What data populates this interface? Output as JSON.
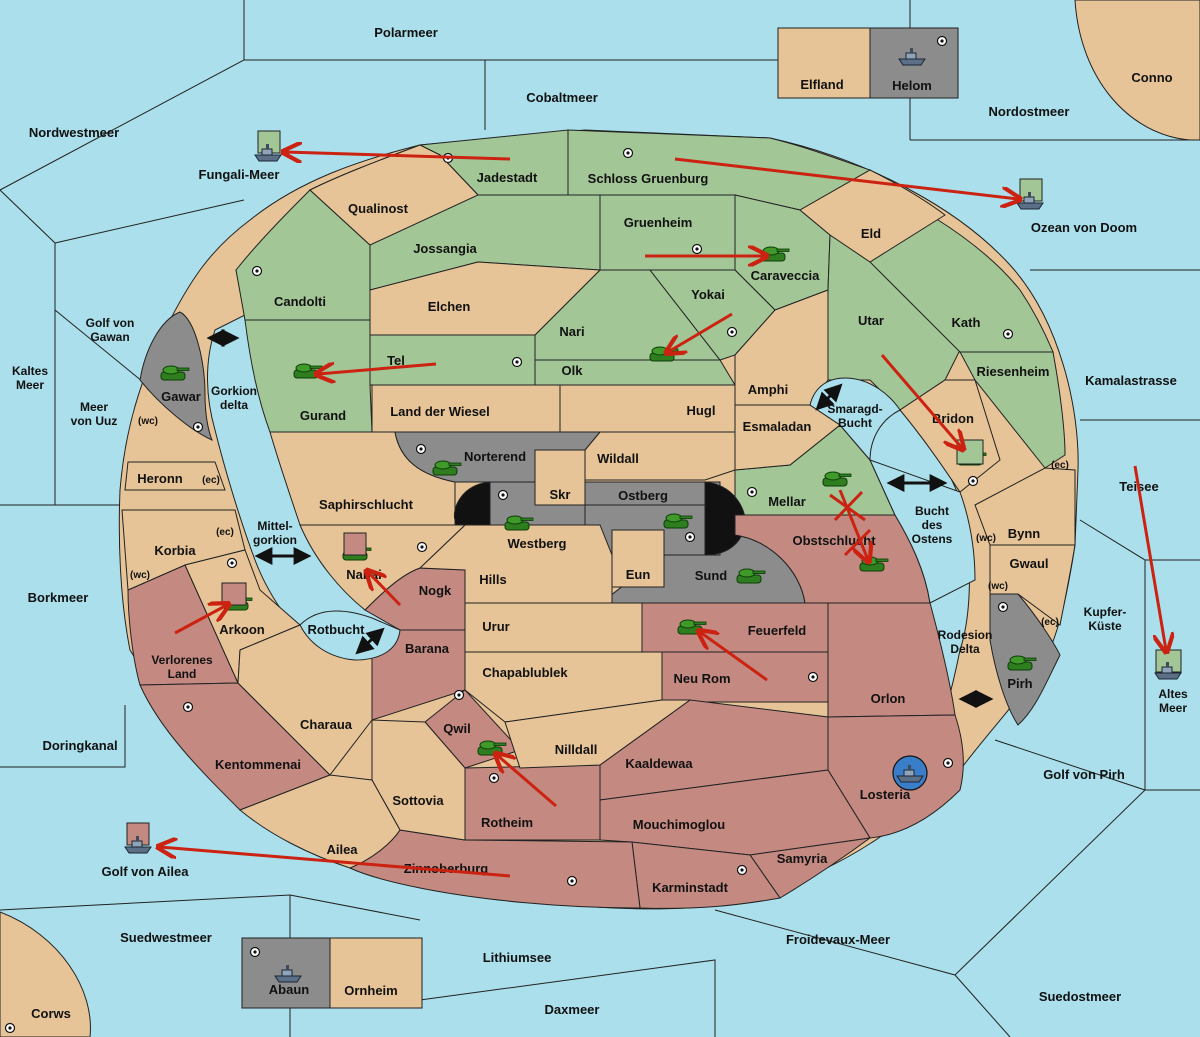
{
  "colors": {
    "sea": "#aadfeb",
    "neutral": "#e6c497",
    "green": "#a3c696",
    "red": "#c48a82",
    "grey": "#8c8c8c",
    "border": "#222222",
    "move_arrow": "#cc2211",
    "link_arrow": "#111111"
  },
  "regions": {
    "polarmeer": "Polarmeer",
    "cobaltmeer": "Cobaltmeer",
    "nordwestmeer": "Nordwestmeer",
    "nordostmeer": "Nordostmeer",
    "elfland": "Elfland",
    "helom": "Helom",
    "conno": "Conno",
    "fungali_meer": "Fungali-Meer",
    "jadestadt": "Jadestadt",
    "schloss_gruenburg": "Schloss Gruenburg",
    "qualinost": "Qualinost",
    "gruenheim": "Gruenheim",
    "eld": "Eld",
    "ozean_von_doom": "Ozean von Doom",
    "jossangia": "Jossangia",
    "caraveccia": "Caraveccia",
    "candolti": "Candolti",
    "elchen": "Elchen",
    "yokai": "Yokai",
    "utar": "Utar",
    "kath": "Kath",
    "golf_von_gawan": "Golf von Gawan",
    "nari": "Nari",
    "kaltes_meer": "Kaltes Meer",
    "tel": "Tel",
    "olk": "Olk",
    "riesenheim": "Riesenheim",
    "kamalastrasse": "Kamalastrasse",
    "gawar": "Gawar",
    "gorkion_delta": "Gorkion delta",
    "amphi": "Amphi",
    "meer_von_uuz": "Meer von Uuz",
    "gurand": "Gurand",
    "land_der_wiesel": "Land der Wiesel",
    "hugl": "Hugl",
    "smaragd_bucht": "Smaragd-Bucht",
    "bridon": "Bridon",
    "esmaladan": "Esmaladan",
    "heronn": "Heronn",
    "norterend": "Norterend",
    "wildall": "Wildall",
    "teisee": "Teisee",
    "skr": "Skr",
    "ostberg": "Ostberg",
    "mellar": "Mellar",
    "saphirschlucht": "Saphirschlucht",
    "westberg": "Westberg",
    "bucht_des_ostens": "Bucht des Ostens",
    "bynn": "Bynn",
    "mittel_gorkion": "Mittel-gorkion",
    "korbia": "Korbia",
    "obstschlucht": "Obstschlucht",
    "gwaul": "Gwaul",
    "nabai": "Nabai",
    "eun": "Eun",
    "sund": "Sund",
    "hills": "Hills",
    "borkmeer": "Borkmeer",
    "nogk": "Nogk",
    "kupfer_kueste": "Kupfer-Küste",
    "arkoon": "Arkoon",
    "rotbucht": "Rotbucht",
    "urur": "Urur",
    "feuerfeld": "Feuerfeld",
    "rodesion_delta": "Rodesion Delta",
    "verlorenes_land": "Verlorenes Land",
    "barana": "Barana",
    "altes_meer": "Altes Meer",
    "chapablublek": "Chapablublek",
    "neu_rom": "Neu Rom",
    "pirh": "Pirh",
    "orlon": "Orlon",
    "charaua": "Charaua",
    "doringkanal": "Doringkanal",
    "qwil": "Qwil",
    "nilldall": "Nilldall",
    "kentommenai": "Kentommenai",
    "kaaldewaa": "Kaaldewaa",
    "golf_von_pirh": "Golf von Pirh",
    "losteria": "Losteria",
    "sottovia": "Sottovia",
    "rotheim": "Rotheim",
    "mouchimoglou": "Mouchimoglou",
    "ailea": "Ailea",
    "samyria": "Samyria",
    "golf_von_ailea": "Golf von Ailea",
    "zinnoberburg": "Zinnoberburg",
    "karminstadt": "Karminstadt",
    "suedwestmeer": "Suedwestmeer",
    "froidevaux_meer": "Froidevaux-Meer",
    "lithiumsee": "Lithiumsee",
    "abaun": "Abaun",
    "ornheim": "Ornheim",
    "suedostmeer": "Suedostmeer",
    "daxmeer": "Daxmeer",
    "corws": "Corws"
  },
  "coast_tags": {
    "wc": "(wc)",
    "ec": "(ec)"
  },
  "unit_icons": [
    "tank-icon",
    "fleet-icon",
    "supply-center-icon",
    "move-arrow",
    "bidirectional-arrow",
    "dislodged-cross"
  ]
}
